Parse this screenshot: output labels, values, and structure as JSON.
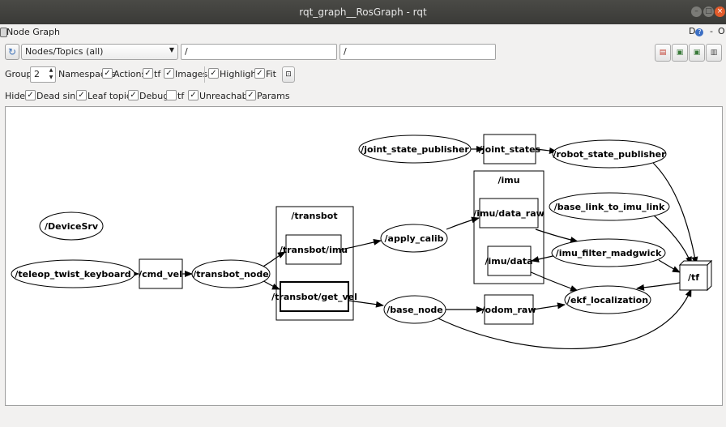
{
  "window": {
    "title": "rqt_graph__RosGraph - rqt"
  },
  "plugin": {
    "title": "Node Graph",
    "help": "D",
    "dash": "-",
    "close": "O"
  },
  "toolbar": {
    "display_mode": "Nodes/Topics (all)",
    "node_filter": "/",
    "topic_filter": "/",
    "buttons": [
      "save-dot-icon",
      "save-svg-icon",
      "save-image-icon",
      "load-dot-icon"
    ]
  },
  "options": {
    "group_label": "Group:",
    "group_value": "2",
    "namespaces": "Namespaces",
    "actions": "Actions",
    "tf": "tf",
    "images": "Images",
    "highlight": "Highlight",
    "fit": "Fit"
  },
  "hide": {
    "label": "Hide:",
    "dead_sinks": "Dead sinks",
    "leaf_topics": "Leaf topics",
    "debug": "Debug",
    "tf": "tf",
    "unreachable": "Unreachable",
    "params": "Params"
  },
  "graph": {
    "nodes": {
      "device_srv": "/DeviceSrv",
      "teleop": "/teleop_twist_keyboard",
      "transbot_node": "/transbot_node",
      "apply_calib": "/apply_calib",
      "base_node": "/base_node",
      "joint_state_publisher": "/joint_state_publisher",
      "robot_state_publisher": "/robot_state_publisher",
      "base_link_to_imu_link": "/base_link_to_imu_link",
      "imu_filter_madgwick": "/imu_filter_madgwick",
      "ekf_localization": "/ekf_localization"
    },
    "topics": {
      "cmd_vel": "/cmd_vel",
      "transbot_imu": "/transbot/imu",
      "transbot_get_vel": "/transbot/get_vel",
      "joint_states": "/joint_states",
      "imu_data_raw": "/imu/data_raw",
      "imu_data": "/imu/data",
      "odom_raw": "/odom_raw",
      "tf": "/tf"
    },
    "namespaces": {
      "transbot": "/transbot",
      "imu": "/imu"
    }
  }
}
